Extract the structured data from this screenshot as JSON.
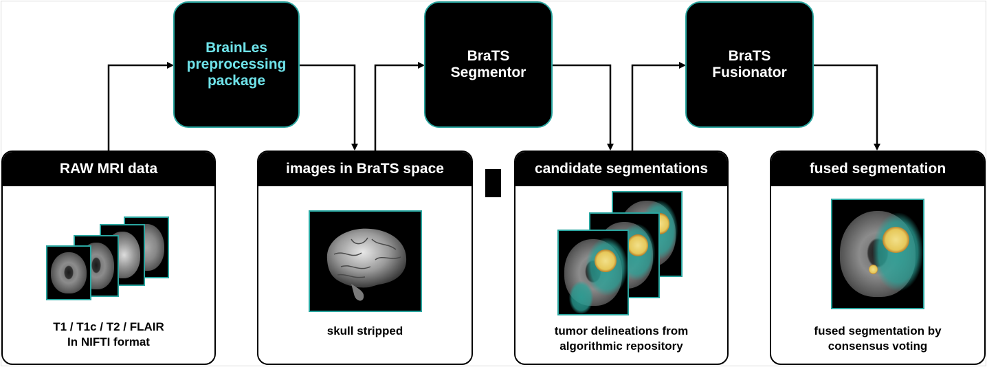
{
  "process_boxes": [
    {
      "id": "brainles",
      "label": "BrainLes\npreprocessing\npackage",
      "color": "#6fe3ea"
    },
    {
      "id": "segmentor",
      "label": "BraTS\nSegmentor",
      "color": "#ffffff"
    },
    {
      "id": "fusionator",
      "label": "BraTS\nFusionator",
      "color": "#ffffff"
    }
  ],
  "panels": [
    {
      "id": "raw",
      "header": "RAW MRI data",
      "caption": "T1 / T1c / T2 / FLAIR\nIn NIFTI format"
    },
    {
      "id": "brats_space",
      "header": "images in BraTS space",
      "caption": "skull stripped"
    },
    {
      "id": "candidates",
      "header": "candidate segmentations",
      "caption": "tumor delineations from\nalgorithmic repository"
    },
    {
      "id": "fused",
      "header": "fused segmentation",
      "caption": "fused segmentation by\nconsensus voting"
    }
  ],
  "colors": {
    "accent_teal": "#2aa6a0",
    "box_fill": "#000000",
    "highlight_text": "#6fe3ea"
  }
}
